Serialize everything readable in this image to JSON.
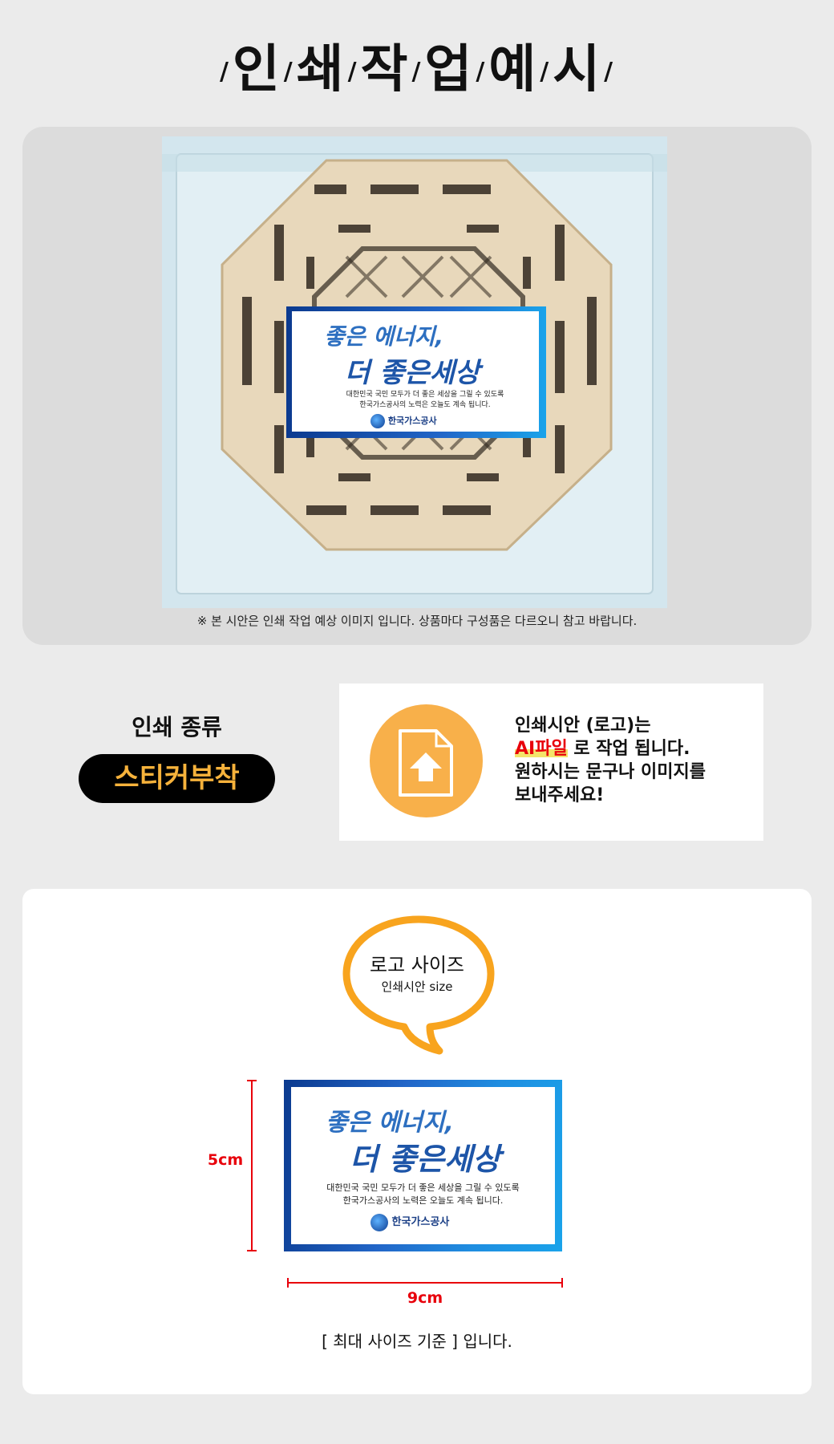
{
  "title": {
    "chars": [
      "인",
      "쇄",
      "작",
      "업",
      "예",
      "시"
    ],
    "separator": "/"
  },
  "sample_card": {
    "line1": "좋은 에너지,",
    "line2": "더 좋은세상",
    "body_line1": "대한민국 국민 모두가 더 좋은 세상을 그릴 수 있도록",
    "body_line2": "한국가스공사의 노력은 오늘도 계속 됩니다.",
    "logo_text": "한국가스공사"
  },
  "preview": {
    "caption": "※ 본 시안은 인쇄 작업 예상 이미지 입니다. 상품마다 구성품은 다르오니 참고 바랍니다."
  },
  "print_type": {
    "label": "인쇄 종류",
    "value": "스티커부착"
  },
  "info": {
    "line1": "인쇄시안 (로고)는",
    "ai_file": "AI파일",
    "line2_rest": " 로 작업 됩니다.",
    "line3": "원하시는 문구나 이미지를",
    "line4": "보내주세요!",
    "icon": "file-upload-icon"
  },
  "logo_size": {
    "bubble_title": "로고 사이즈",
    "bubble_sub": "인쇄시안 size",
    "height_label": "5cm",
    "width_label": "9cm",
    "basis_note": "[ 최대 사이즈 기준 ] 입니다."
  },
  "colors": {
    "accent_orange": "#f8b04a",
    "pill_text": "#f6b23b",
    "dimension_red": "#e8000b",
    "card_blue": "#1d55a8"
  }
}
